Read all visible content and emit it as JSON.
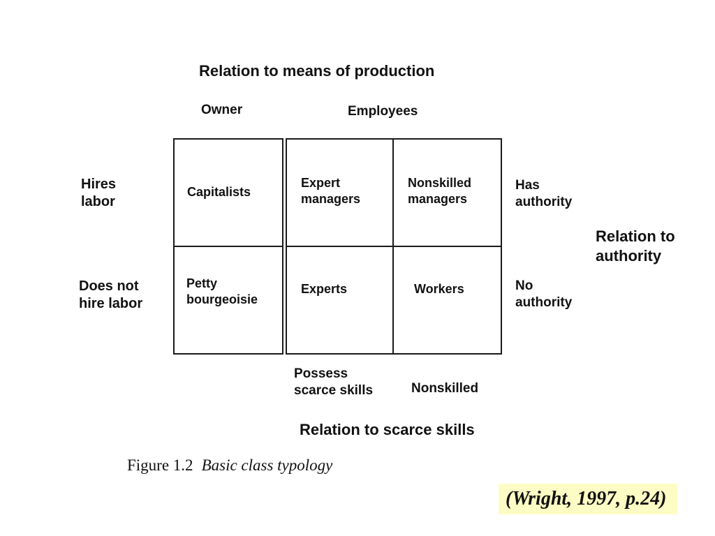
{
  "diagram": {
    "top_title": "Relation to means of production",
    "col_group_owner": "Owner",
    "col_group_employees": "Employees",
    "row_label_hires": "Hires\nlabor",
    "row_label_not_hires": "Does not\nhire labor",
    "right_label_has_authority": "Has\nauthority",
    "right_label_no_authority": "No\nauthority",
    "right_axis_title": "Relation to\nauthority",
    "bottom_label_skills": "Possess\nscarce skills",
    "bottom_label_nonskilled": "Nonskilled",
    "bottom_axis_title": "Relation to scarce skills",
    "cells": {
      "capitalists": "Capitalists",
      "expert_managers": "Expert\nmanagers",
      "nonskilled_managers": "Nonskilled\nmanagers",
      "petty_bourgeoisie": "Petty\nbourgeoisie",
      "experts": "Experts",
      "workers": "Workers"
    }
  },
  "caption": {
    "figure_number": "Figure 1.2",
    "figure_title": "Basic class typology"
  },
  "citation": "(Wright, 1997, p.24)"
}
